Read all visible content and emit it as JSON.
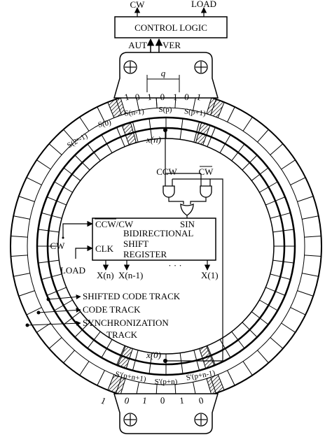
{
  "colors": {
    "ink": "#000000",
    "background": "#ffffff"
  },
  "control_logic": {
    "title": "CONTROL LOGIC",
    "outputs": [
      "CW",
      "LOAD"
    ],
    "inputs": [
      "AUT",
      "VER"
    ]
  },
  "q_label": "q",
  "top_bits": [
    "1",
    "0",
    "1",
    "0",
    "1",
    "0",
    "1"
  ],
  "top_cells": [
    "S(0)",
    "S(n-1)",
    "S(p)",
    "S(p+1)"
  ],
  "top_left_cell": "S(2ⁿ-1)",
  "bottom_cells": [
    "S'(p+n+1)",
    "S'(p+n)",
    "S'(p+n-1)"
  ],
  "bottom_bits": [
    "1",
    "0",
    "1",
    "0",
    "1",
    "0"
  ],
  "signals": {
    "xn": "x(n)",
    "x0": "x(0)"
  },
  "gates": {
    "ccw": "CCW",
    "cw_bar": "CW"
  },
  "shift_register": {
    "in_ccw_cw": "CCW/CW",
    "sin": "SIN",
    "title_line1": "BIDIRECTIONAL",
    "title_line2": "SHIFT",
    "title_line3": "REGISTER",
    "clk": "CLK",
    "outputs": [
      "X(n)",
      "X(n-1)",
      "X(1)"
    ],
    "ellipsis": "· · ·"
  },
  "external_inputs": {
    "cw": "CW",
    "load": "LOAD"
  },
  "track_labels": {
    "shifted": "SHIFTED CODE TRACK",
    "code": "CODE TRACK",
    "sync_line1": "SYNCHRONIZATION",
    "sync_line2": "TRACK"
  }
}
